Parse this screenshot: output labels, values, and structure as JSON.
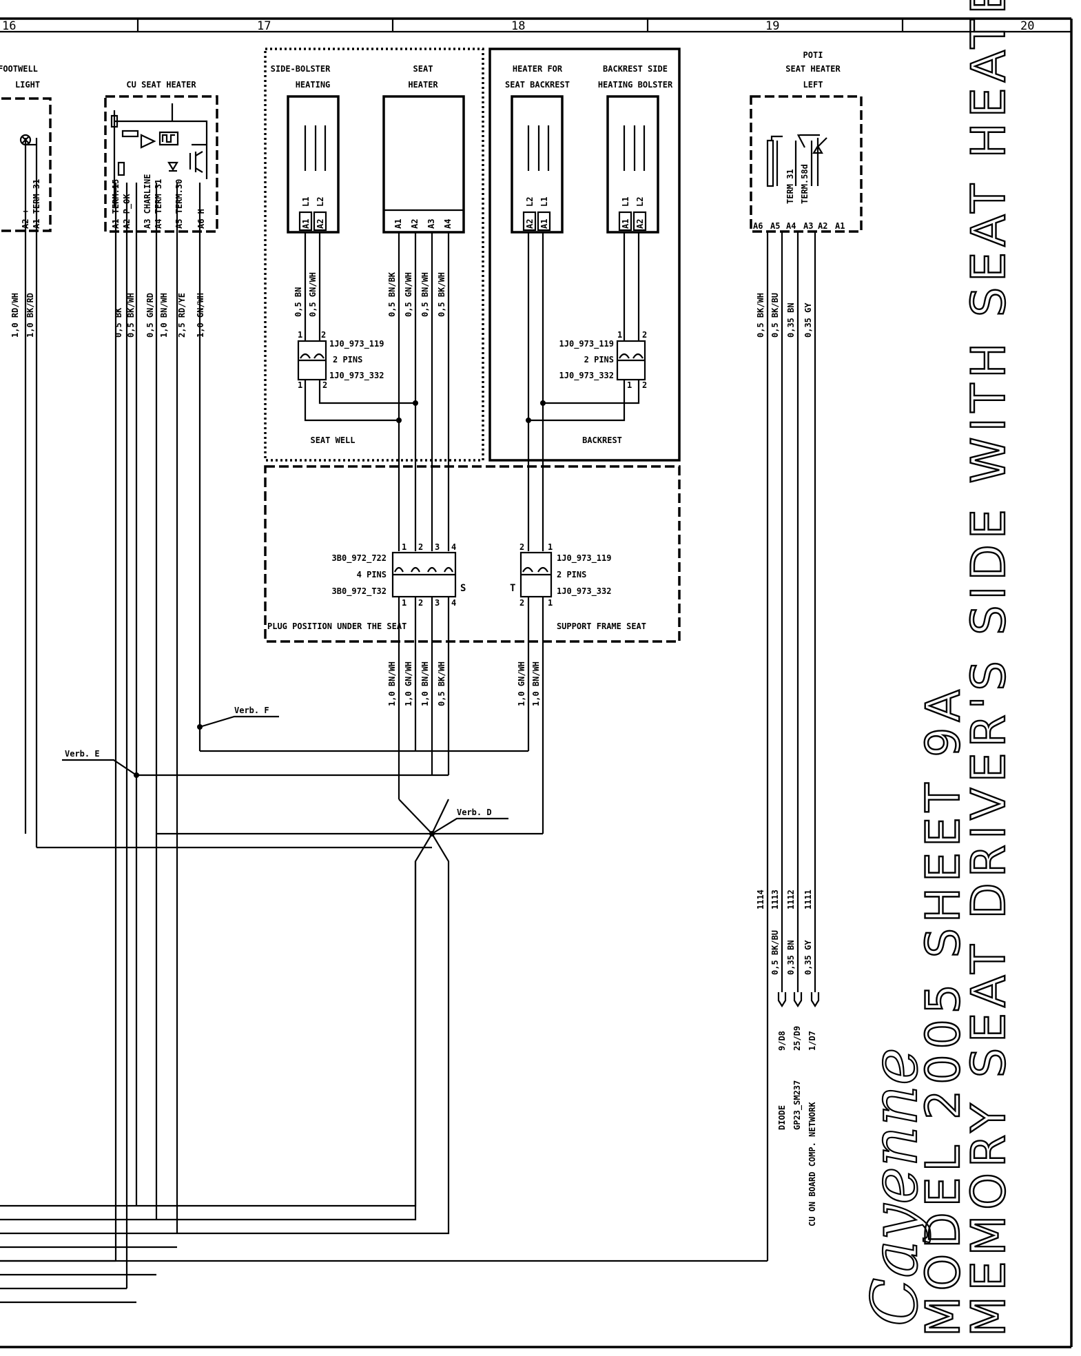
{
  "grid_columns": [
    "16",
    "17",
    "18",
    "19",
    "20"
  ],
  "title": {
    "line1": "MODEL 2005 SHEET 9A",
    "line2": "MEMORY SEAT DRIVER'S SIDE WITH SEAT HEATER",
    "logo": "Cayenne"
  },
  "components": {
    "footwell_light": {
      "name_line1": "FOOTWELL",
      "name_line2": "LIGHT",
      "pins": [
        "A2 +",
        "A1 TERM 31"
      ],
      "wires": [
        "1,0 RD/WH",
        "1,0 BK/RD"
      ]
    },
    "cu_seat_heater": {
      "name": "CU SEAT HEATER",
      "pins": [
        "A1 TERM.15",
        "A2 P_OK",
        "A3 CHARLINE",
        "A4 TERM 31",
        "A5 TERM.30",
        "A6 H"
      ],
      "wires": [
        "0,5 BK",
        "0,5 BK/WH",
        "0,5 GN/RD",
        "1,0 BN/WH",
        "2,5 RD/YE",
        "1,0 GN/WH"
      ]
    },
    "side_bolster": {
      "name_line1": "SIDE-BOLSTER",
      "name_line2": "HEATING",
      "pins": [
        "A1",
        "A2"
      ],
      "pin_labels": [
        "L1",
        "L2"
      ],
      "wires": [
        "0,5 BN",
        "0,5 GN/WH"
      ]
    },
    "seat_heater": {
      "name_line1": "SEAT",
      "name_line2": "HEATER",
      "pins": [
        "A1",
        "A2",
        "A3",
        "A4"
      ],
      "wires": [
        "0,5 BN/BK",
        "0,5 GN/WH",
        "0,5 BN/WH",
        "0,5 BK/WH"
      ]
    },
    "heater_backrest": {
      "name_line1": "HEATER FOR",
      "name_line2": "SEAT BACKREST",
      "pins": [
        "A2",
        "A1"
      ],
      "pin_labels": [
        "L2",
        "L1"
      ]
    },
    "backrest_bolster": {
      "name_line1": "BACKREST SIDE",
      "name_line2": "HEATING BOLSTER",
      "pins": [
        "A1",
        "A2"
      ],
      "pin_labels": [
        "L1",
        "L2"
      ]
    },
    "poti": {
      "name_line1": "POTI",
      "name_line2": "SEAT HEATER",
      "name_line3": "LEFT",
      "pins": [
        "A6",
        "A5",
        "A4",
        "A3",
        "A2",
        "A1"
      ],
      "pin_terms": [
        "TERM 31",
        "TERM.58d"
      ],
      "wires": [
        "0,5 BK/WH",
        "0,5 BK/BU",
        "0,35 BN",
        "0,35 GY"
      ]
    }
  },
  "connectors": {
    "seat_well_conn": {
      "part_top": "1J0_973_119",
      "pins": "2 PINS",
      "part_bottom": "1J0_973_332",
      "n1": "1",
      "n2": "2"
    },
    "backrest_conn": {
      "part_top": "1J0_973_119",
      "pins": "2 PINS",
      "part_bottom": "1J0_973_332",
      "n1": "1",
      "n2": "2"
    },
    "plug_4pin": {
      "part_top": "3B0_972_722",
      "pins": "4 PINS",
      "part_bottom": "3B0_972_T32",
      "letter": "S",
      "nums": [
        "1",
        "2",
        "3",
        "4"
      ]
    },
    "plug_2pin": {
      "part_top": "1J0_973_119",
      "pins": "2 PINS",
      "part_bottom": "1J0_973_332",
      "letter": "T",
      "nums": [
        "2",
        "1"
      ]
    }
  },
  "areas": {
    "seat_well": "SEAT WELL",
    "backrest": "BACKREST",
    "plug_position": "PLUG POSITION UNDER THE SEAT",
    "support_frame": "SUPPORT FRAME  SEAT"
  },
  "wires_lower": {
    "seat_bundle": [
      "1,0 BN/WH",
      "1,0 GN/WH",
      "1,0 BN/WH",
      "0,5 BK/WH"
    ],
    "backrest_bundle": [
      "1,0 GN/WH",
      "1,0 BN/WH"
    ]
  },
  "splices": {
    "d": "Verb. D",
    "e": "Verb. E",
    "f": "Verb. F"
  },
  "poti_outputs": {
    "numbers": [
      "1114",
      "1113",
      "1112",
      "1111"
    ],
    "wires": [
      "0,5 BK/BU",
      "0,35 BN",
      "0,35 GY"
    ],
    "destinations": [
      "DIODE",
      "GP23_SM237",
      "CU ON BOARD COMP. NETWORK"
    ],
    "references": [
      "9/D8",
      "25/D9",
      "1/D7"
    ]
  }
}
